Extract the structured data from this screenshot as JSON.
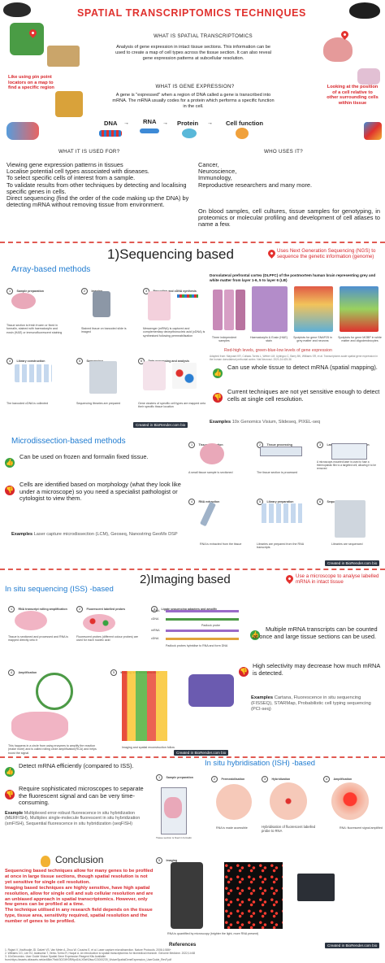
{
  "title": "SPATIAL TRANSCRIPTOMICS TECHNIQUES",
  "what_is": {
    "heading": "WHAT IS SPATIAL TRANSCRIPTOMICS",
    "text": "Analysis of gene expression in intact tissue sections. This information can be used to create a map of cell types across the tissue section. It can also reveal gene expression patterns at subcellular resolution."
  },
  "gene_expr": {
    "heading": "WHAT IS GENE EXPRESSION?",
    "text": "A gene is \"expressed\" when a region of DNA called a gene is transcribed into mRNA. The mRNA usually codes for a protein which performs a specific function in the cell.",
    "flow": [
      "DNA",
      "RNA",
      "Protein",
      "Cell function"
    ]
  },
  "left_note": "Like using pin point locators on a map to find a specific region",
  "right_note": "Looking at the position of a cell relative to other surrounding cells within tissue",
  "used_for": {
    "heading": "WHAT IT IS USED FOR?",
    "items": [
      "Viewing gene expression patterns in tissues",
      "Localise potential cell types associated with diseases.",
      "To select specific cells of interest from a sample.",
      "To validate results from other techniques by detecting and localising specific genes in cells.",
      "Direct sequencing (find the order of the code making up the DNA) by detecting mRNA without removing tissue from environment."
    ]
  },
  "who_uses": {
    "heading": "WHO USES IT?",
    "items": [
      "Cancer,",
      "Neuroscience,",
      "Immunology,",
      "Reproductive researchers and many more."
    ],
    "text": "On blood samples, cell cultures, tissue samples for genotyping, in proteomics or molecular profiling and development of cell atlases to name a few."
  },
  "seq": {
    "heading": "1)Sequencing based",
    "note": "Uses Next Generation Sequencing (NGS) to sequence the genetic information (genome)",
    "array": {
      "heading": "Array-based methods",
      "steps": [
        {
          "n": "1",
          "title": "Sample preparation",
          "desc": "Tissue section is fresh frozen or fixed in formalin, stained with haematoxylin and eosin (H&E) or immunofluorescent staining"
        },
        {
          "n": "2",
          "title": "Imaging",
          "desc": "Stained tissue on barcoded slide is imaged"
        },
        {
          "n": "3",
          "title": "Barcoding and cDNA synthesis",
          "desc": "Messenger (mRNA) is captured and complementary deoxyribonucleic acid (cDNA) is synthesised following permeabilisation"
        },
        {
          "n": "4",
          "title": "Library construction",
          "desc": "The barcoded cDNA is collected"
        },
        {
          "n": "5",
          "title": "Sequencing",
          "desc": "Sequencing libraries are prepared"
        },
        {
          "n": "6",
          "title": "Data processing and analysis",
          "desc": "Gene clusters of specific cell types are mapped onto their specific tissue location"
        }
      ],
      "panel_title": "Dorsolateral prefrontal cortex (DLPFC) of the postmortem human brain representing grey and white matter from layer 1-6, 5 to layer 6 (LB)",
      "panel_captions": [
        "Three independent samples",
        "Haematoxylin & Eosin (H&E) stain",
        "Spotplots for gene SNAP25 in grey matter and neurons",
        "Spotplots for gene MOBP in white matter and oligodendrocytes"
      ],
      "legend": "Red-high levels, green-blue-low levels of gene expression",
      "citation": "Adapted from: Maynard KR, Collado-Torres L, Weber LM, Uytingco C, Barry BK, Williams SR, et al. Transcriptome-scale spatial gene expression in the human dorsolateral prefrontal cortex. Nat Neurosci. 2021;24:425-36",
      "pro": "Can use whole tissue to detect mRNA (spatial mapping).",
      "con": "Current techniques are not yet sensitive enough to detect cells at single cell resolution.",
      "examples_label": "Examples",
      "examples": "10x Genomics Visium, Slideseq, PIXEL-seq",
      "credit": "Created in BioRender.com bio"
    },
    "micro": {
      "heading": "Microdissection-based methods",
      "pro": "Can be used on frozen and formalin fixed tissue.",
      "con": "Cells are identified based on morphology (what they look like under a microscope) so you need a specialist pathologist or cytologist to view them.",
      "examples_label": "Examples",
      "examples": "Laser capture microdissection (LCM), Geoseq, Nanostring GeoMx DSP",
      "steps": [
        {
          "n": "1",
          "title": "Tissue dissection",
          "desc": "A small tissue sample is sectioned"
        },
        {
          "n": "2",
          "title": "Tissue processing",
          "desc": "The tissue section is processed"
        },
        {
          "n": "3",
          "title": "Laser capture microdissection",
          "desc": "A microscope-mounted laser is used to fuse a thermoplastic film to a targeted cell, allowing it to be removed"
        },
        {
          "n": "4",
          "title": "RNA extraction",
          "desc": "RNA is extracted from the tissue"
        },
        {
          "n": "5",
          "title": "Library preparation",
          "desc": "Libraries are prepared from the RNA transcripts"
        },
        {
          "n": "6",
          "title": "Sequencing",
          "desc": "Libraries are sequenced"
        }
      ],
      "credit": "Created in BioRender.com bio"
    }
  },
  "img": {
    "heading": "2)Imaging based",
    "note": "Use a microscope to analyse labelled mRNA in intact tissue",
    "iss": {
      "heading": "In situ sequencing (ISS) -based",
      "steps": [
        {
          "n": "1",
          "title": "RNA transcript rolling amplification",
          "desc": "Tissue is sectioned and processed and RNA is mapped directly onto it"
        },
        {
          "n": "2",
          "title": "Fluorescent labelled probes",
          "desc": "Fluorescent probes (different colour probes) are used for each nucleic acid"
        },
        {
          "n": "3",
          "title": "Ligate sequencing adapters and amplify",
          "desc": "Padlock probes hybridise to RNA and form DNA"
        },
        {
          "n": "4",
          "title": "Amplification",
          "desc": "This happens in a circle from using enzymes to amplify the reaction (make more) and is called rolling circle amplification(RCA) and helps boost the signal"
        },
        {
          "n": "5",
          "title": "Imaging and reconstruction",
          "desc": "Imaging and spatial reconstruction follow"
        }
      ],
      "labels": [
        "mRNA",
        "cDNA",
        "Padlock probe",
        "mRNA",
        "cDNA"
      ],
      "pro": "Multiple mRNA transcripts can be counted at once and large tissue sections can be used.",
      "con": "High selectivity may decrease how much mRNA is detected.",
      "examples_label": "Examples",
      "examples": "Cartana, Fluorescence in situ sequencing (FISSEQ), STARMap, Probabilistic cell typing sequencing (PCI-seq)",
      "credit": "Created in BioRender.com bio"
    },
    "ish": {
      "heading": "In situ hybridisation (ISH) -based",
      "pro": "Detect mRNA efficiently (compared to ISS).",
      "con": "Require sophisticated microscopes to separate the fluorescent signal and can be very time-consuming.",
      "examples_label": "Example",
      "examples": "Multiplexed error-robust fluorescence in situ hybridization (MERFISH), Multiplex single-molecule fluorescent in situ hybridization (smFISH), Sequential fluorescence in situ hybridization (seqFISH)",
      "steps": [
        {
          "n": "1",
          "title": "Sample preparation",
          "desc": "Tissue section is fixed in formalin"
        },
        {
          "n": "2",
          "title": "Permeabilisation",
          "desc": "RNA is made accessible"
        },
        {
          "n": "3",
          "title": "Hybridization",
          "desc": "Hybridisation of fluorescent labelled probe to RNA"
        },
        {
          "n": "4",
          "title": "Amplification",
          "desc": "RNA: fluorescent signal amplified"
        },
        {
          "n": "5",
          "title": "Imaging",
          "desc": "RNA is quantified by microscopy (brighter the light, more RNA present)"
        }
      ],
      "hyb_label": "Hybridisation of fluorescent labelled probe to RNA",
      "perm_label": "RNA is made accessible",
      "credit": "Created in BioRender.com bio"
    }
  },
  "conclusion": {
    "heading": "Conclusion",
    "p1": "Sequencing based techniques allow for many genes to be profiled at once in large tissue sections, though spatial resolution is not yet sensitive for single cell resolution.",
    "p2": "Imaging based techniques are highly sensitive, have high spatial resolution, allow for single cell and sub cellular resolution and are an unbiased approach in spatial transcriptomics. However, only few genes can be profiled at a time.",
    "p3": "The technique utilised in any research field depends on the tissue type, tissue area, sensitivity required, spatial resolution and the number of genes to be profiled."
  },
  "references": {
    "heading": "References",
    "items": [
      "1. Rajani V, Vouffoudje JD, Dalvet VS, Van Meter A, Zhou W, Cousins E, et al. Laser capture microdissection. Nature Protocols. 2006;1:586+",
      "2. Williams CG, Lee HJ, Asatsuma T, Vento-Tormo R, Haque A. An introduction to spatial transcriptomics for biomedical research. Genome Medicine. 2022;14:68",
      "3. 10xGenomics. User Guide Visium Spatial Gene Expression Reagent Kits Available",
      "from:https://assets.ctfassets.net/an68im79xiti/3GGIfH3RWpd1bLXBeN3twc/CG000239_VisiumSpatialGeneExpression_UserGuide_RevF.pdf"
    ]
  },
  "colors": {
    "accent": "#d8262b",
    "blue": "#1f7bd0",
    "green": "#39a341",
    "purple": "#3a2d7a"
  }
}
